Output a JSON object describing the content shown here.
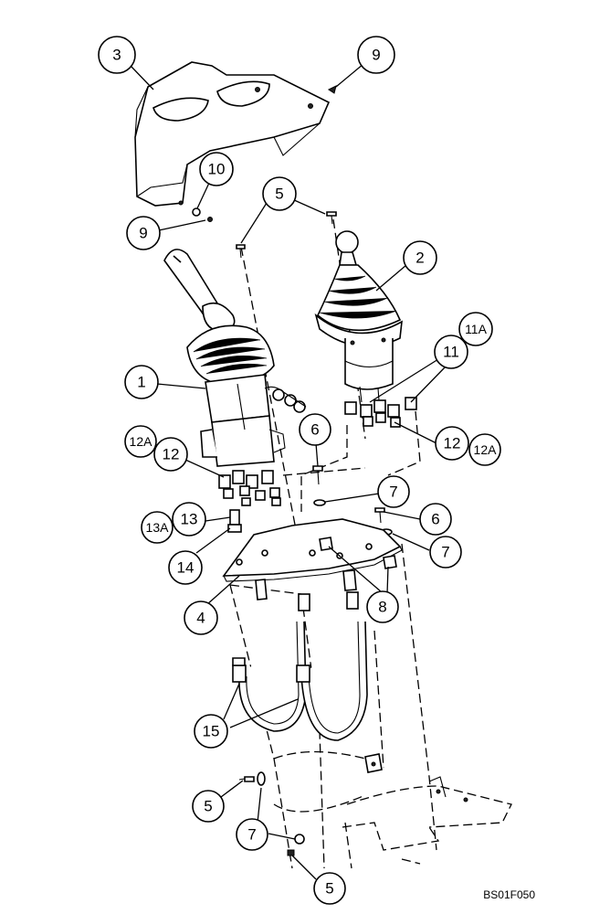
{
  "drawing_ref": "BS01F050",
  "callouts": [
    {
      "id": "c3",
      "label": "3"
    },
    {
      "id": "c9a",
      "label": "9"
    },
    {
      "id": "c10",
      "label": "10"
    },
    {
      "id": "c9b",
      "label": "9"
    },
    {
      "id": "c5a",
      "label": "5"
    },
    {
      "id": "c2",
      "label": "2"
    },
    {
      "id": "c11a",
      "label": "11A"
    },
    {
      "id": "c11",
      "label": "11"
    },
    {
      "id": "c1",
      "label": "1"
    },
    {
      "id": "c6a",
      "label": "6"
    },
    {
      "id": "c12a_left",
      "label": "12A"
    },
    {
      "id": "c12_left",
      "label": "12"
    },
    {
      "id": "c12_right",
      "label": "12"
    },
    {
      "id": "c12a_right",
      "label": "12A"
    },
    {
      "id": "c7a",
      "label": "7"
    },
    {
      "id": "c13",
      "label": "13"
    },
    {
      "id": "c13a",
      "label": "13A"
    },
    {
      "id": "c6b",
      "label": "6"
    },
    {
      "id": "c7b",
      "label": "7"
    },
    {
      "id": "c14",
      "label": "14"
    },
    {
      "id": "c8",
      "label": "8"
    },
    {
      "id": "c4",
      "label": "4"
    },
    {
      "id": "c15",
      "label": "15"
    },
    {
      "id": "c5b",
      "label": "5"
    },
    {
      "id": "c7c",
      "label": "7"
    },
    {
      "id": "c5c",
      "label": "5"
    }
  ]
}
